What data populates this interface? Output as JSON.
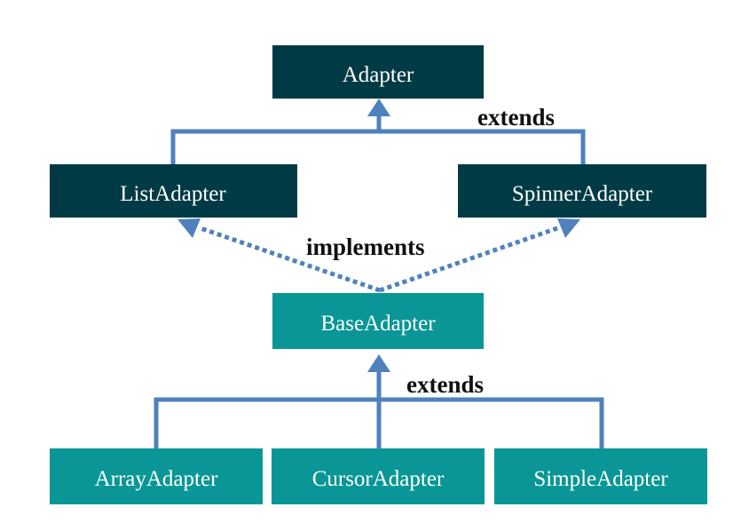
{
  "nodes": {
    "adapter": {
      "label": "Adapter",
      "color": "#003B45"
    },
    "list_adapter": {
      "label": "ListAdapter",
      "color": "#003B45"
    },
    "spinner_adapter": {
      "label": "SpinnerAdapter",
      "color": "#003B45"
    },
    "base_adapter": {
      "label": "BaseAdapter",
      "color": "#0A9696"
    },
    "array_adapter": {
      "label": "ArrayAdapter",
      "color": "#0A9696"
    },
    "cursor_adapter": {
      "label": "CursorAdapter",
      "color": "#0A9696"
    },
    "simple_adapter": {
      "label": "SimpleAdapter",
      "color": "#0A9696"
    }
  },
  "relations": {
    "extends_top": "extends",
    "implements": "implements",
    "extends_bottom": "extends"
  },
  "colors": {
    "connector": "#4F81BD",
    "text_dark": "#111111"
  }
}
